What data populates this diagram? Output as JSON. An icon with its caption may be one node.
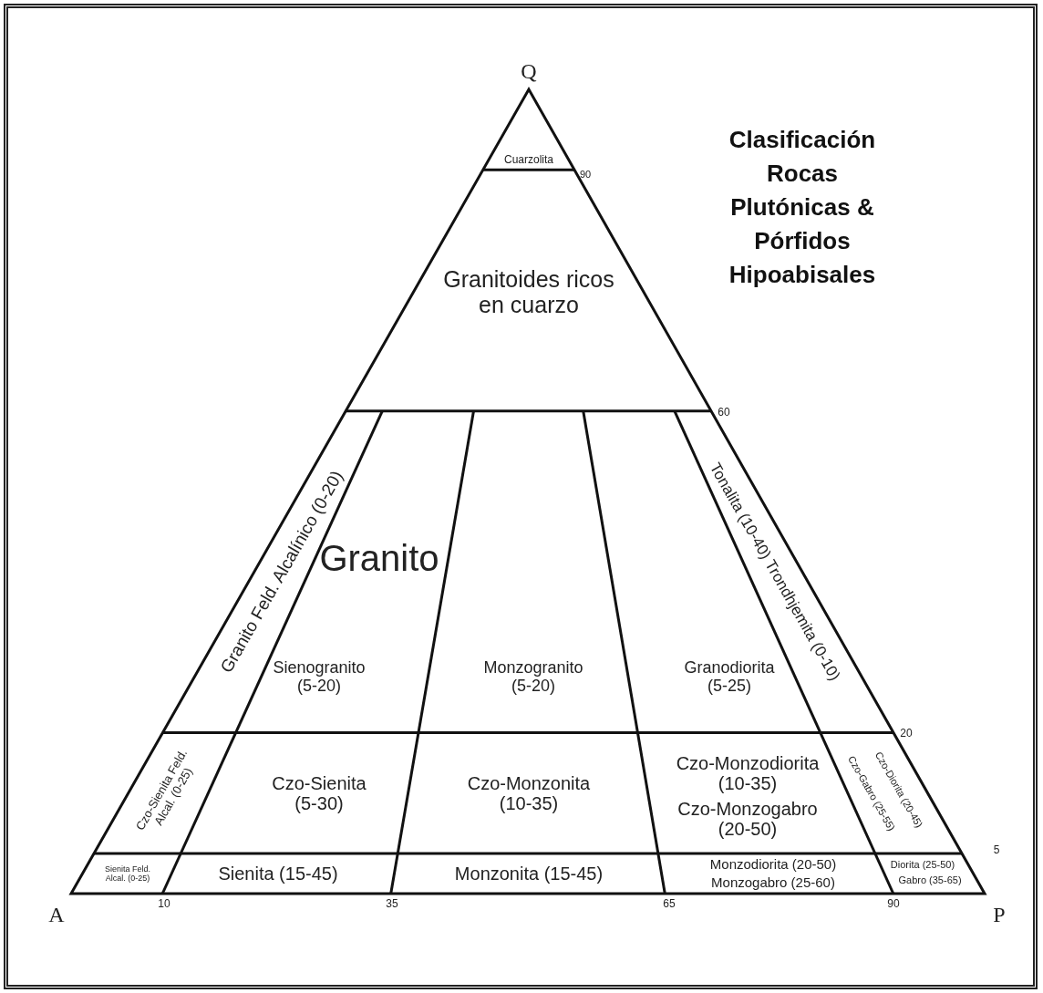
{
  "diagram": {
    "title": "Clasificación Rocas Plutónicas & Pórfidos Hipoabisales",
    "labels": [
      "Q",
      "Cuarzolita",
      "90",
      "Granitoides ricos en cuarzo",
      "60",
      "Granito",
      "Granito Feld. Alcalínico (0-20)",
      "Tonalita (10-40) Trondhjemita (0-10)",
      "Sienogranito (5-20)",
      "Monzogranito (5-20)",
      "Granodiorita (5-25)",
      "20",
      "Czo-Sienita Feld. Alcal. (0-25)",
      "Czo-Sienita (5-30)",
      "Czo-Monzonita (10-35)",
      "Czo-Monzodiorita (10-35)",
      "Czo-Monzogabro (20-50)",
      "Czo-Gabro (25-55)",
      "Czo-Diorita (20-45)",
      "5",
      "Sienita Feld. Alcal. (0-25)",
      "Sienita (15-45)",
      "Monzonita (15-45)",
      "Monzodiorita (20-50)",
      "Monzogabro (25-60)",
      "Diorita (25-50)",
      "Gabro (35-65)",
      "A",
      "10",
      "35",
      "65",
      "90",
      "P"
    ]
  }
}
